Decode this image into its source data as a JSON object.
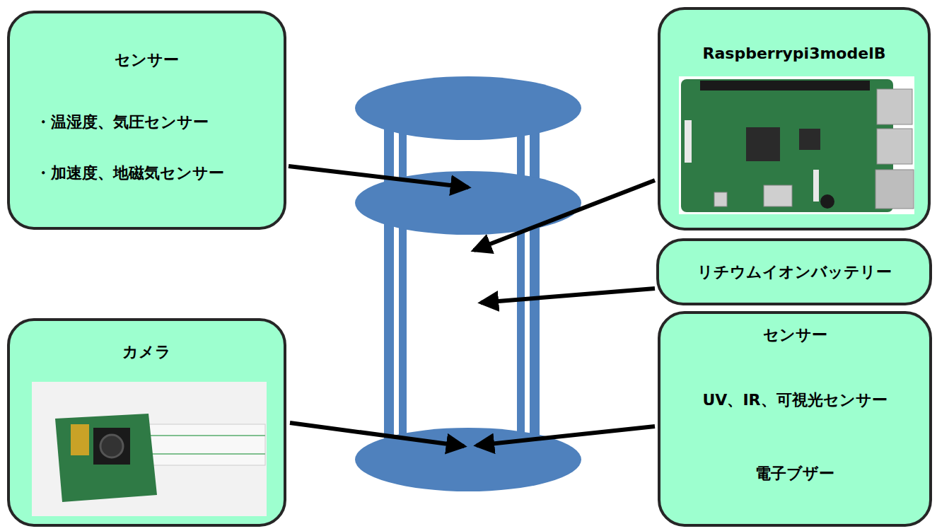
{
  "diagram": {
    "nodes": [
      {
        "text": [
          "センサー",
          "・温湿度、気圧センサー",
          "・加速度、地磁気センサー"
        ]
      },
      {
        "text": [
          "Raspberrypi3modelB"
        ]
      },
      {
        "text": [
          "リチウムイオンバッテリー"
        ]
      },
      {
        "text": [
          "カメラ"
        ]
      },
      {
        "text": [
          "センサー",
          "UV、IR、可視光センサー",
          "電子ブザー"
        ]
      }
    ]
  }
}
